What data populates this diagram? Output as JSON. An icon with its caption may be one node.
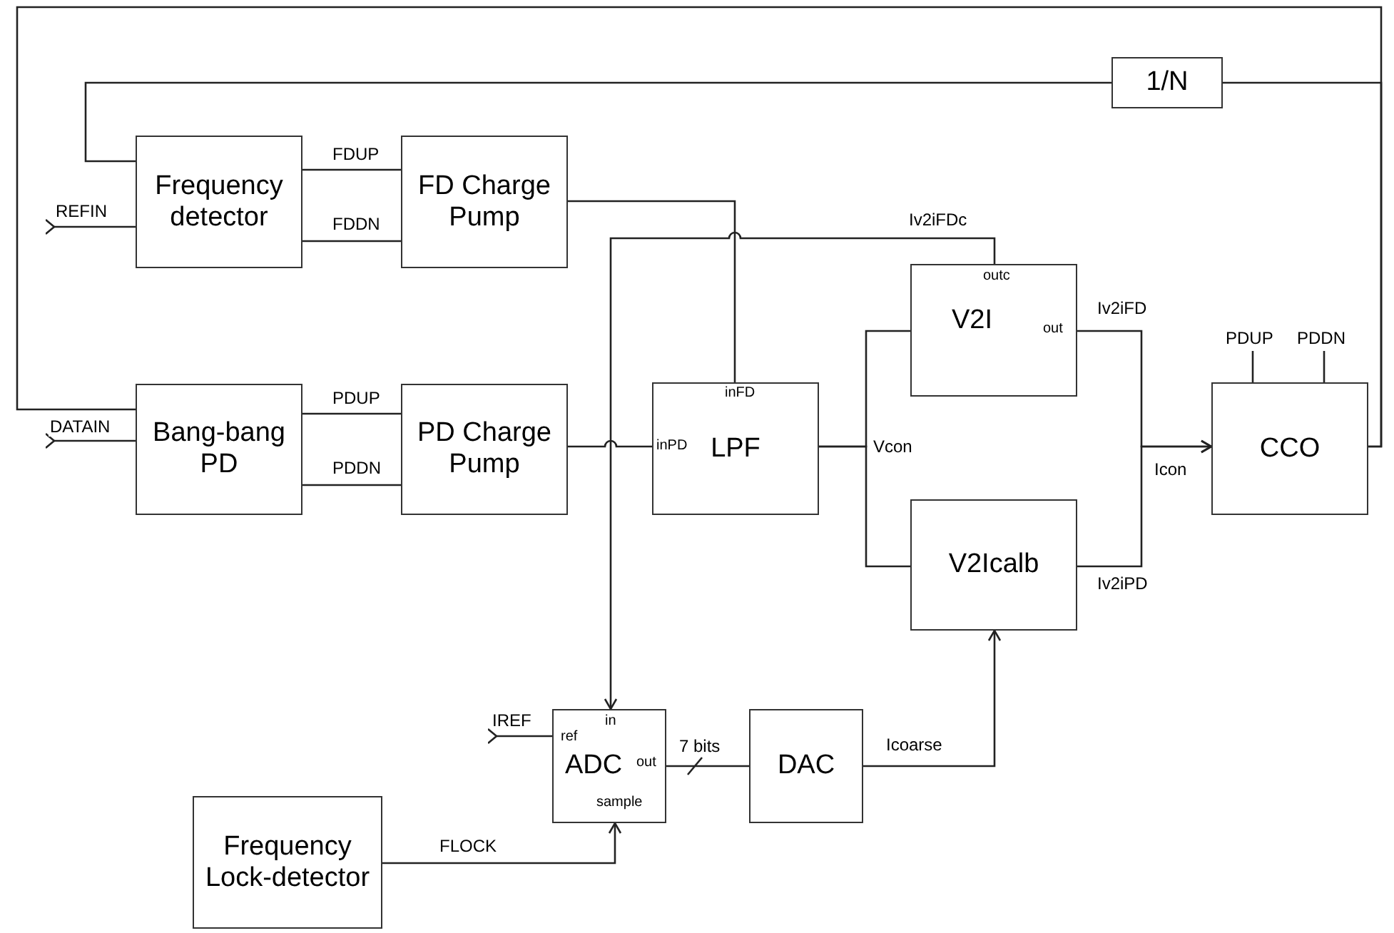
{
  "diagram": {
    "nodes": [
      {
        "text": [
          "Frequency detector"
        ]
      },
      {
        "text": [
          "FD Charge Pump"
        ]
      },
      {
        "text": [
          "Bang-bang PD"
        ]
      },
      {
        "text": [
          "PD Charge Pump"
        ]
      },
      {
        "text": [
          "inFD",
          "inPD",
          "LPF"
        ]
      },
      {
        "text": [
          "outc",
          "V2I",
          "out"
        ]
      },
      {
        "text": [
          "V2Icalb"
        ]
      },
      {
        "text": [
          "CCO"
        ]
      },
      {
        "text": [
          "1/N"
        ]
      },
      {
        "text": [
          "in",
          "ref",
          "ADC",
          "out",
          "sample"
        ]
      },
      {
        "text": [
          "DAC"
        ]
      },
      {
        "text": [
          "Frequency Lock-detector"
        ]
      }
    ],
    "edges": [
      {
        "from": 0,
        "to": 1,
        "arrow": "none",
        "label": "FDUP"
      },
      {
        "from": 0,
        "to": 1,
        "arrow": "none",
        "label": "FDDN"
      },
      {
        "from": 2,
        "to": 3,
        "arrow": "none",
        "label": "PDUP"
      },
      {
        "from": 2,
        "to": 3,
        "arrow": "none",
        "label": "PDDN"
      },
      {
        "from": 1,
        "to": 4,
        "arrow": "none"
      },
      {
        "from": 3,
        "to": 4,
        "arrow": "none"
      },
      {
        "from": 5,
        "to": 9,
        "arrow": "to",
        "label": "Iv2iFDc"
      },
      {
        "from": 4,
        "to": 5,
        "arrow": "none",
        "label": "Vcon"
      },
      {
        "from": 4,
        "to": 6,
        "arrow": "none"
      },
      {
        "from": 5,
        "to": 7,
        "arrow": "to",
        "label": "Iv2iFD"
      },
      {
        "from": 6,
        "to": 7,
        "arrow": "to",
        "label": "Iv2iPD"
      },
      {
        "from": 7,
        "to": 8,
        "arrow": "none"
      },
      {
        "from": 8,
        "to": 0,
        "arrow": "none"
      },
      {
        "from": 7,
        "to": 2,
        "arrow": "none"
      },
      {
        "from": null,
        "to": 0,
        "arrow": "other",
        "label": "REFIN"
      },
      {
        "from": null,
        "to": 2,
        "arrow": "other",
        "label": "DATAIN"
      },
      {
        "from": null,
        "to": 9,
        "arrow": "other",
        "label": "IREF"
      },
      {
        "from": 9,
        "to": 10,
        "arrow": "none",
        "label": "7 bits"
      },
      {
        "from": 10,
        "to": 6,
        "arrow": "to",
        "label": "Icoarse"
      },
      {
        "from": 11,
        "to": 9,
        "arrow": "to",
        "label": "FLOCK"
      },
      {
        "from": 7,
        "to": null,
        "arrow": "none",
        "label": "PDUP"
      },
      {
        "from": 7,
        "to": null,
        "arrow": "none",
        "label": "PDDN"
      }
    ],
    "labels": [
      "Icon"
    ]
  }
}
